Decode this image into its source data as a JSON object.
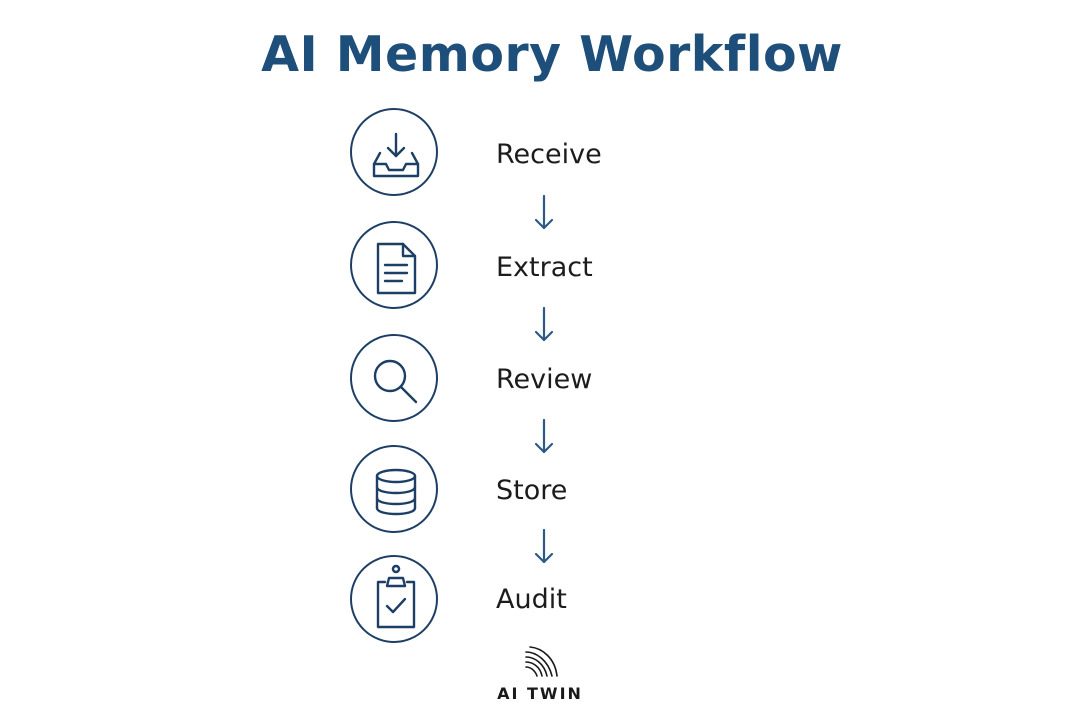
{
  "title": "AI Memory Workflow",
  "colors": {
    "title": "#1e4f7a",
    "icon_stroke": "#1d3f66",
    "arrow": "#2a5a87",
    "label": "#1c1c1c"
  },
  "steps": [
    {
      "label": "Receive",
      "icon": "inbox-download-icon"
    },
    {
      "label": "Extract",
      "icon": "document-icon"
    },
    {
      "label": "Review",
      "icon": "magnifier-icon"
    },
    {
      "label": "Store",
      "icon": "database-icon"
    },
    {
      "label": "Audit",
      "icon": "clipboard-check-icon"
    }
  ],
  "arrow_icon": "arrow-down-icon",
  "brand": {
    "text": "AI TWIN",
    "icon": "signal-arcs-icon"
  }
}
